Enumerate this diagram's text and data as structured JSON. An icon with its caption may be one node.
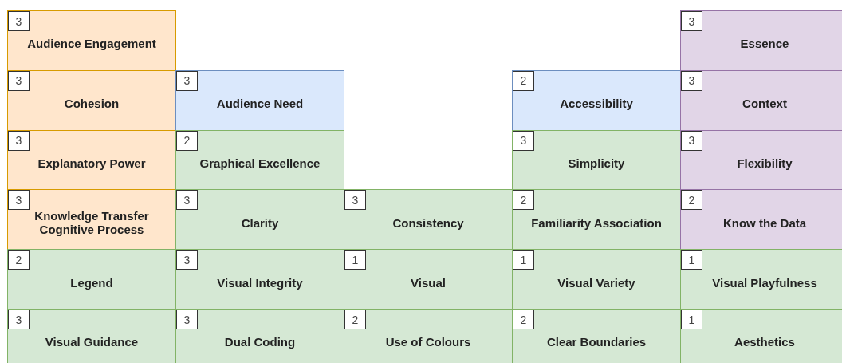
{
  "diagram": {
    "nodes": [
      {
        "text": [
          "Audience Engagement"
        ]
      },
      {
        "text": [
          "3"
        ],
        "in": 0
      },
      {
        "text": [
          "Essence"
        ]
      },
      {
        "text": [
          "3"
        ],
        "in": 2
      },
      {
        "text": [
          "Cohesion"
        ]
      },
      {
        "text": [
          "3"
        ],
        "in": 4
      },
      {
        "text": [
          "Audience Need"
        ]
      },
      {
        "text": [
          "3"
        ],
        "in": 6
      },
      {
        "text": [
          "Accessibility"
        ]
      },
      {
        "text": [
          "2"
        ],
        "in": 8
      },
      {
        "text": [
          "Context"
        ]
      },
      {
        "text": [
          "3"
        ],
        "in": 10
      },
      {
        "text": [
          "Explanatory Power"
        ]
      },
      {
        "text": [
          "3"
        ],
        "in": 12
      },
      {
        "text": [
          "Graphical Excellence"
        ]
      },
      {
        "text": [
          "2"
        ],
        "in": 14
      },
      {
        "text": [
          "Simplicity"
        ]
      },
      {
        "text": [
          "3"
        ],
        "in": 16
      },
      {
        "text": [
          "Flexibility"
        ]
      },
      {
        "text": [
          "3"
        ],
        "in": 18
      },
      {
        "text": [
          "Knowledge Transfer Cognitive Process"
        ]
      },
      {
        "text": [
          "3"
        ],
        "in": 20
      },
      {
        "text": [
          "Clarity"
        ]
      },
      {
        "text": [
          "3"
        ],
        "in": 22
      },
      {
        "text": [
          "Consistency"
        ]
      },
      {
        "text": [
          "3"
        ],
        "in": 24
      },
      {
        "text": [
          "Familiarity Association"
        ]
      },
      {
        "text": [
          "2"
        ],
        "in": 26
      },
      {
        "text": [
          "Know the Data"
        ]
      },
      {
        "text": [
          "2"
        ],
        "in": 28
      },
      {
        "text": [
          "Legend"
        ]
      },
      {
        "text": [
          "2"
        ],
        "in": 30
      },
      {
        "text": [
          "Visual Integrity"
        ]
      },
      {
        "text": [
          "3"
        ],
        "in": 32
      },
      {
        "text": [
          "Visual"
        ]
      },
      {
        "text": [
          "1"
        ],
        "in": 34
      },
      {
        "text": [
          "Visual Variety"
        ]
      },
      {
        "text": [
          "1"
        ],
        "in": 36
      },
      {
        "text": [
          "Visual Playfulness"
        ]
      },
      {
        "text": [
          "1"
        ],
        "in": 38
      },
      {
        "text": [
          "Visual Guidance"
        ]
      },
      {
        "text": [
          "3"
        ],
        "in": 40
      },
      {
        "text": [
          "Dual Coding"
        ]
      },
      {
        "text": [
          "3"
        ],
        "in": 42
      },
      {
        "text": [
          "Use of Colours"
        ]
      },
      {
        "text": [
          "2"
        ],
        "in": 44
      },
      {
        "text": [
          "Clear Boundaries"
        ]
      },
      {
        "text": [
          "2"
        ],
        "in": 46
      },
      {
        "text": [
          "Aesthetics"
        ]
      },
      {
        "text": [
          "1"
        ],
        "in": 48
      }
    ]
  }
}
